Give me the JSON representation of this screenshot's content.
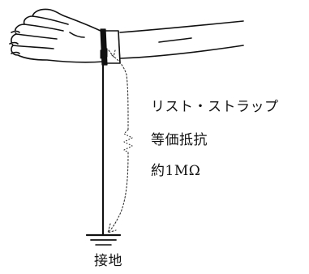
{
  "labels": {
    "wrist_strap": "リスト・ストラップ",
    "equivalent_resistance": "等価抵抗",
    "resistance_value": "約1MΩ",
    "ground": "接地"
  },
  "colors": {
    "line": "#111111",
    "background": "#ffffff"
  },
  "icons": [
    "hand-icon",
    "wrist-strap-icon",
    "resistor-icon",
    "ground-symbol-icon"
  ]
}
